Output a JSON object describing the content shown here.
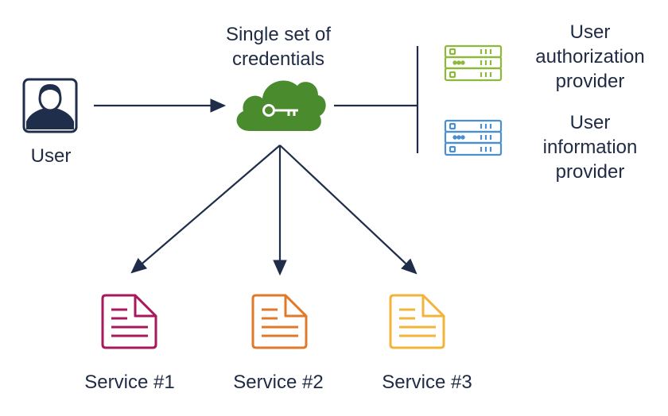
{
  "user": {
    "label": "User"
  },
  "credentials": {
    "label_lines": [
      "Single set of",
      "credentials"
    ]
  },
  "providers": [
    {
      "label_lines": [
        "User",
        "authorization",
        "provider"
      ],
      "color": "#8db83a"
    },
    {
      "label_lines": [
        "User",
        "information",
        "provider"
      ],
      "color": "#4a8fd0"
    }
  ],
  "services": [
    {
      "label": "Service #1",
      "color": "#a8195c"
    },
    {
      "label": "Service #2",
      "color": "#e07a2a"
    },
    {
      "label": "Service #3",
      "color": "#f2b43a"
    }
  ],
  "colors": {
    "arrow": "#1f2d4a",
    "cloud": "#4a8b2e",
    "user_icon": "#1e2e4b"
  },
  "icons": {
    "user": "user-avatar-icon",
    "cloud": "cloud-key-icon",
    "provider": "server-rack-icon",
    "service": "document-icon"
  }
}
